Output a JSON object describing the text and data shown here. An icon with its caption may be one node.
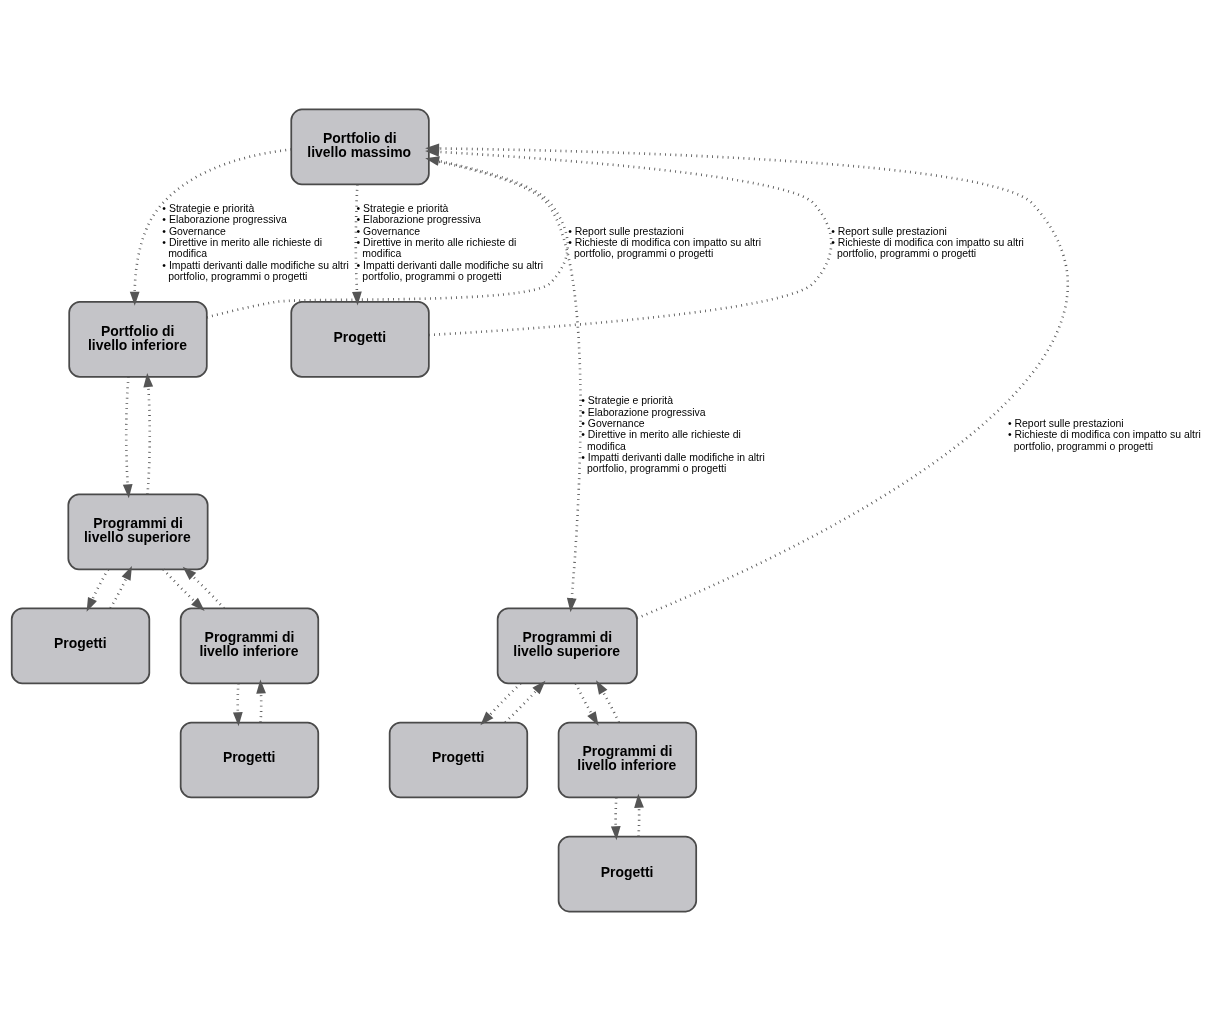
{
  "diagram": {
    "nodes": [
      {
        "text": [
          "Portfolio di livello massimo"
        ]
      },
      {
        "text": [
          "Portfolio di livello inferiore"
        ]
      },
      {
        "text": [
          "Progetti"
        ]
      },
      {
        "text": [
          "Programmi di livello superiore"
        ]
      },
      {
        "text": [
          "Progetti"
        ]
      },
      {
        "text": [
          "Programmi di livello inferiore"
        ]
      },
      {
        "text": [
          "Progetti"
        ]
      },
      {
        "text": [
          "Programmi di livello superiore"
        ]
      },
      {
        "text": [
          "Progetti"
        ]
      },
      {
        "text": [
          "Programmi di livello inferiore"
        ]
      },
      {
        "text": [
          "Progetti"
        ]
      }
    ],
    "edges": [
      {
        "from": 0,
        "to": 1,
        "arrow": "to",
        "label": "• Strategie e priorità • Elaborazione progressiva • Governance • Direttive in merito alle richieste di modifica • Impatti derivanti dalle modifiche su altri portfolio, programmi o progetti"
      },
      {
        "from": 1,
        "to": 0,
        "arrow": "to",
        "label": "• Report sulle prestazioni • Richieste di modifica con impatto su altri portfolio, programmi o progetti"
      },
      {
        "from": 0,
        "to": 2,
        "arrow": "to",
        "label": "• Strategie e priorità • Elaborazione progressiva • Governance • Direttive in merito alle richieste di modifica • Impatti derivanti dalle modifiche su altri portfolio, programmi o progetti"
      },
      {
        "from": 2,
        "to": 0,
        "arrow": "to",
        "label": "• Report sulle prestazioni • Richieste di modifica con impatto su altri portfolio, programmi o progetti"
      },
      {
        "from": 0,
        "to": 7,
        "arrow": "to",
        "label": "• Strategie e priorità • Elaborazione progressiva • Governance • Direttive in merito alle richieste di modifica • Impatti derivanti dalle modifiche in altri portfolio, programmi o progetti"
      },
      {
        "from": 7,
        "to": 0,
        "arrow": "to",
        "label": "• Report sulle prestazioni • Richieste di modifica con impatto su altri portfolio, programmi o progetti"
      },
      {
        "from": 1,
        "to": 3,
        "arrow": "to"
      },
      {
        "from": 3,
        "to": 1,
        "arrow": "to"
      },
      {
        "from": 3,
        "to": 5,
        "arrow": "to"
      },
      {
        "from": 5,
        "to": 3,
        "arrow": "to"
      },
      {
        "from": 4,
        "to": 3,
        "arrow": "to"
      },
      {
        "from": 3,
        "to": 4,
        "arrow": "to"
      },
      {
        "from": 6,
        "to": 5,
        "arrow": "to"
      },
      {
        "from": 5,
        "to": 6,
        "arrow": "to"
      },
      {
        "from": 7,
        "to": 9,
        "arrow": "to"
      },
      {
        "from": 9,
        "to": 7,
        "arrow": "to"
      },
      {
        "from": 8,
        "to": 7,
        "arrow": "to"
      },
      {
        "from": 7,
        "to": 8,
        "arrow": "to"
      },
      {
        "from": 10,
        "to": 9,
        "arrow": "to"
      },
      {
        "from": 9,
        "to": 10,
        "arrow": "to"
      }
    ]
  }
}
